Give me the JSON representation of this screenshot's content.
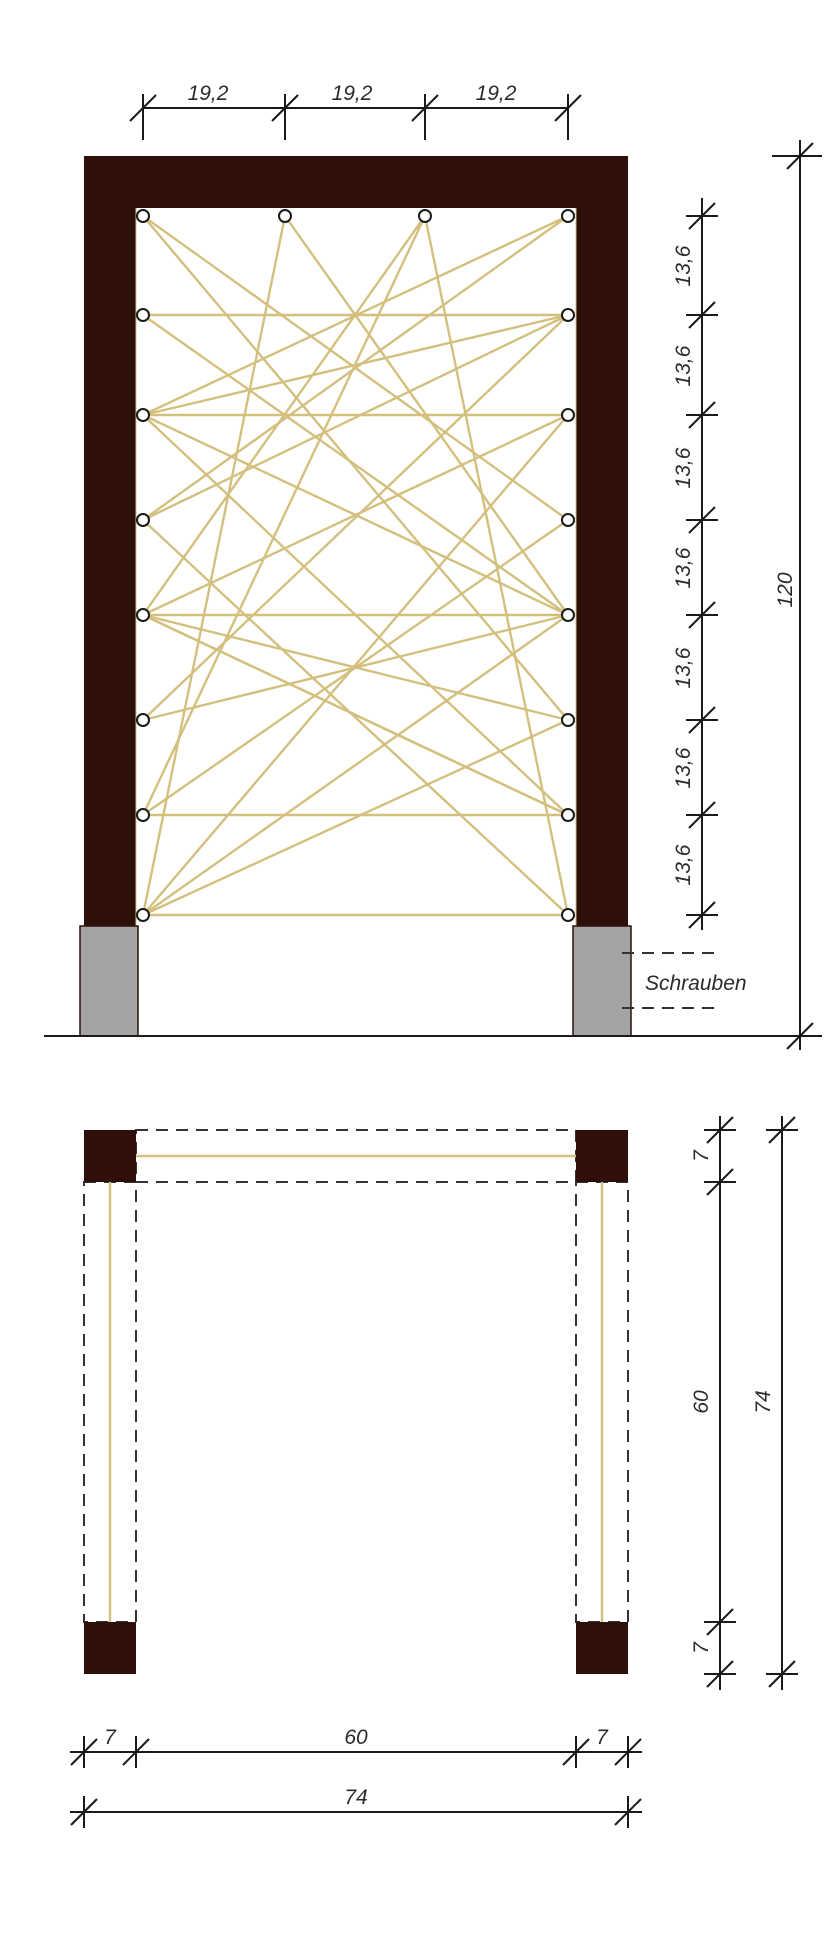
{
  "elevation": {
    "top_spacing": [
      "19,2",
      "19,2",
      "19,2"
    ],
    "side_spacing": [
      "13,6",
      "13,6",
      "13,6",
      "13,6",
      "13,6",
      "13,6",
      "13,6"
    ],
    "total_height": "120",
    "screws_label": "Schrauben"
  },
  "plan": {
    "side_dims": [
      "7",
      "60",
      "7"
    ],
    "side_total": "74",
    "bottom_dims": [
      "7",
      "60",
      "7"
    ],
    "bottom_total": "74"
  },
  "colors": {
    "wood": "#2e0f09",
    "cord": "#d3c07e",
    "foot": "#a4a4a4"
  }
}
